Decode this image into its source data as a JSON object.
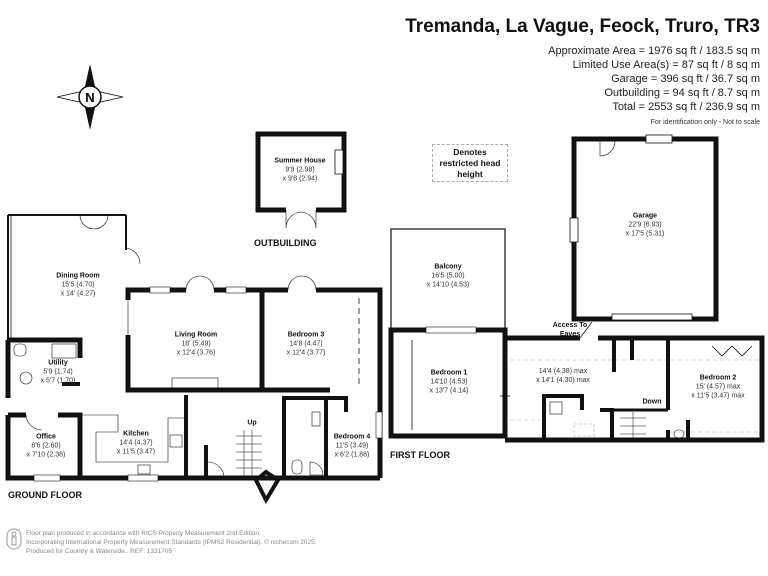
{
  "header": {
    "title": "Tremanda, La Vague, Feock, Truro, TR3",
    "areas": [
      "Approximate Area = 1976 sq ft / 183.5 sq m",
      "Limited Use Area(s) = 87 sq ft / 8 sq m",
      "Garage = 396 sq ft / 36.7 sq m",
      "Outbuilding = 94 sq ft / 8.7 sq m",
      "Total = 2553 sq ft / 236.9 sq m"
    ],
    "note": "For identification only - Not to scale"
  },
  "compass": {
    "label": "N"
  },
  "legend": {
    "restricted": "Denotes restricted head height"
  },
  "floors": {
    "outbuilding": "OUTBUILDING",
    "ground": "GROUND FLOOR",
    "first": "FIRST FLOOR"
  },
  "rooms": {
    "summer_house": {
      "name": "Summer House",
      "dim1": "9'9 (2.98)",
      "dim2": "x 9'8 (2.94)"
    },
    "garage": {
      "name": "Garage",
      "dim1": "22'9 (6.93)",
      "dim2": "x 17'5 (5.31)"
    },
    "dining": {
      "name": "Dining Room",
      "dim1": "15'5 (4.70)",
      "dim2": "x 14' (4.27)"
    },
    "living": {
      "name": "Living Room",
      "dim1": "18' (5.49)",
      "dim2": "x 12'4 (3.76)"
    },
    "bedroom3": {
      "name": "Bedroom 3",
      "dim1": "14'8 (4.47)",
      "dim2": "x 12'4 (3.77)"
    },
    "utility": {
      "name": "Utility",
      "dim1": "5'9 (1.74)",
      "dim2": "x 5'7 (1.70)"
    },
    "office": {
      "name": "Office",
      "dim1": "8'6 (2.60)",
      "dim2": "x 7'10 (2.38)"
    },
    "kitchen": {
      "name": "Kitchen",
      "dim1": "14'4 (4.37)",
      "dim2": "x 11'5 (3.47)"
    },
    "bedroom4": {
      "name": "Bedroom 4",
      "dim1": "11'5 (3.49)",
      "dim2": "x 6'2 (1.88)"
    },
    "balcony": {
      "name": "Balcony",
      "dim1": "16'5 (5.00)",
      "dim2": "x 14'10 (4.53)"
    },
    "bedroom1": {
      "name": "Bedroom 1",
      "dim1": "14'10 (4.53)",
      "dim2": "x 13'7 (4.14)"
    },
    "landing": {
      "dim1": "14'4 (4.38) max",
      "dim2": "x 14'1 (4.30) max"
    },
    "bedroom2": {
      "name": "Bedroom 2",
      "dim1": "15' (4.57) max",
      "dim2": "x 11'5 (3.47) max"
    }
  },
  "annotations": {
    "up": "Up",
    "down": "Down",
    "eaves": "Access To Eaves"
  },
  "footer": {
    "lines": [
      "Floor plan produced in accordance with RICS Property Measurement 2nd Edition,",
      "Incorporating International Property Measurement Standards (IPMS2 Residential).   © nichecom 2025.",
      "Produced for Country & Waterside..   REF: 1331705"
    ]
  }
}
